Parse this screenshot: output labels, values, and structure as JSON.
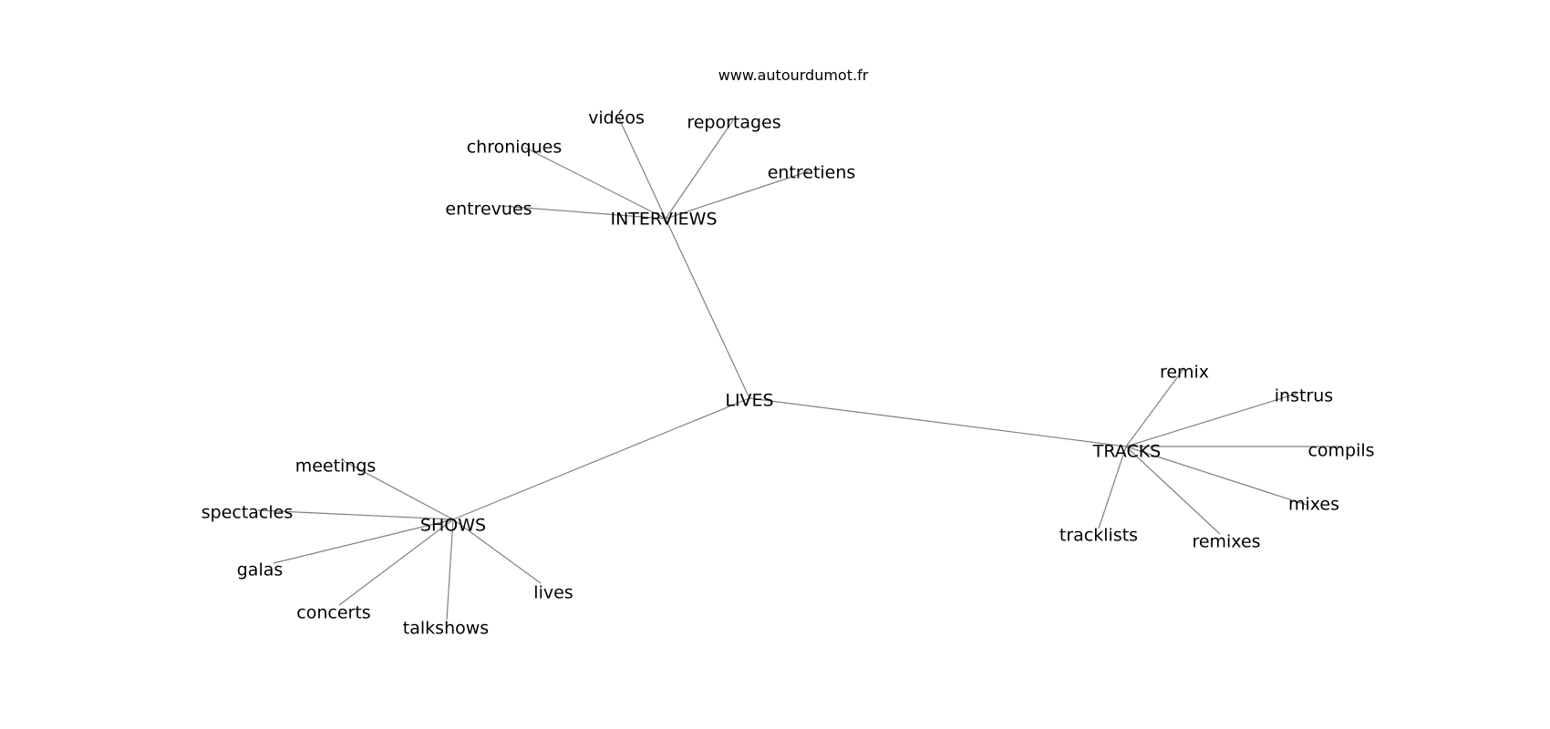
{
  "credit": "www.autourdumot.fr",
  "center": "LIVES",
  "groups": [
    {
      "label": "INTERVIEWS",
      "terms": [
        "vidéos",
        "reportages",
        "chroniques",
        "entretiens",
        "entrevues"
      ]
    },
    {
      "label": "SHOWS",
      "terms": [
        "meetings",
        "spectacles",
        "galas",
        "concerts",
        "talkshows",
        "lives"
      ]
    },
    {
      "label": "TRACKS",
      "terms": [
        "remix",
        "instrus",
        "compils",
        "mixes",
        "remixes",
        "tracklists"
      ]
    }
  ]
}
